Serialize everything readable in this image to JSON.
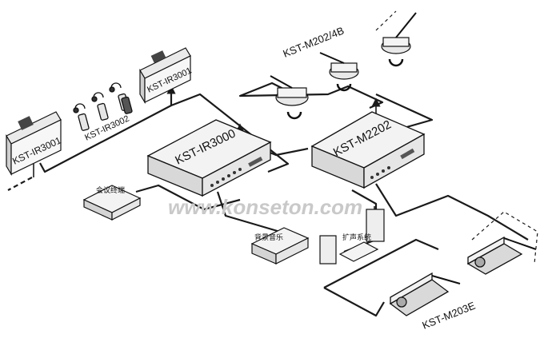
{
  "devices": {
    "ir_radiator_left": "KST-IR3001",
    "ir_radiator_right": "KST-IR3001",
    "ir_receiver": "KST-IR3002",
    "ir_transmitter": "KST-IR3000",
    "controller": "KST-M2202",
    "delegate_units": "KST-M202/4B",
    "chairman_units": "KST-M203E",
    "recorder": "会议终端",
    "background_music": "背景音乐",
    "pa_system": "扩声系统"
  },
  "watermark": "www.konseton.com",
  "colors": {
    "line": "#1a1a1a",
    "device_top": "#f2f2f2",
    "device_side": "#d4d4d4",
    "watermark": "#c9c9c9"
  }
}
